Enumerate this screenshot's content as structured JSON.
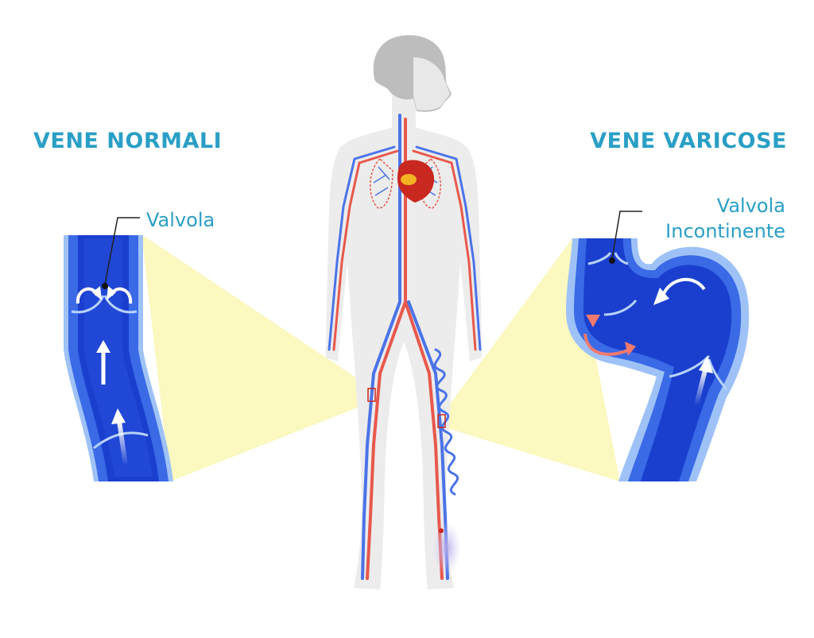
{
  "labels": {
    "normal_title": "VENE NORMALI",
    "varicose_title": "VENE VARICOSE",
    "valve": "Valvola",
    "incompetent_line1": "Valvola",
    "incompetent_line2": "Incontinente"
  },
  "colors": {
    "title": "#2a9fc6",
    "vein_dark": "#1a3fcf",
    "vein_mid": "#3a6ae6",
    "vein_light": "#9ec2f7",
    "artery": "#e8584c",
    "body": "#ececec",
    "head": "#bdbdbd",
    "highlight": "#fbf8c0",
    "reflux": "#f07a6e"
  }
}
